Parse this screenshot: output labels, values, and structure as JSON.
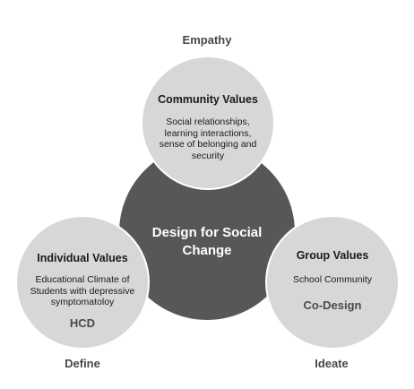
{
  "diagram": {
    "center": {
      "title_line1": "Design for Social",
      "title_line2": "Change"
    },
    "phases": {
      "empathy": "Empathy",
      "define": "Define",
      "ideate": "Ideate"
    },
    "community": {
      "heading": "Community Values",
      "lines": [
        "Social relationships,",
        "learning interactions,",
        "sense of belonging and",
        "security"
      ]
    },
    "individual": {
      "heading": "Individual Values",
      "lines": [
        "Educational Climate of",
        "Students with depressive",
        "symptomatoloy"
      ],
      "method": "HCD"
    },
    "group": {
      "heading": "Group Values",
      "lines": [
        "School Community"
      ],
      "method": "Co-Design"
    },
    "colors": {
      "center_fill": "#575757",
      "satellite_fill": "#d7d7d7",
      "outline": "#ffffff",
      "center_text": "#ffffff"
    }
  }
}
